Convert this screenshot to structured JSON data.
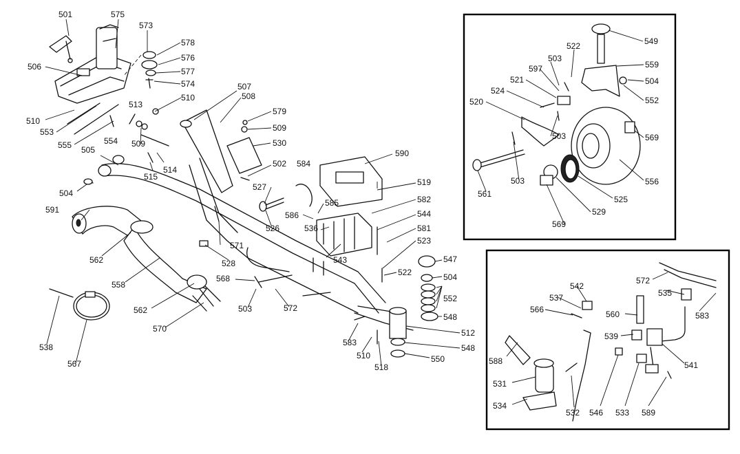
{
  "colors": {
    "line": "#111111",
    "background": "#ffffff",
    "frame": "#000000"
  },
  "labels": [
    {
      "id": "501",
      "text": "501"
    },
    {
      "id": "575",
      "text": "575"
    },
    {
      "id": "573",
      "text": "573"
    },
    {
      "id": "578",
      "text": "578"
    },
    {
      "id": "506",
      "text": "506"
    },
    {
      "id": "576",
      "text": "576"
    },
    {
      "id": "577",
      "text": "577"
    },
    {
      "id": "574",
      "text": "574"
    },
    {
      "id": "507",
      "text": "507"
    },
    {
      "id": "510a",
      "text": "510"
    },
    {
      "id": "508",
      "text": "508"
    },
    {
      "id": "513",
      "text": "513"
    },
    {
      "id": "510b",
      "text": "510"
    },
    {
      "id": "553",
      "text": "553"
    },
    {
      "id": "579",
      "text": "579"
    },
    {
      "id": "509a",
      "text": "509"
    },
    {
      "id": "555",
      "text": "555"
    },
    {
      "id": "554",
      "text": "554"
    },
    {
      "id": "509b",
      "text": "509"
    },
    {
      "id": "530",
      "text": "530"
    },
    {
      "id": "505",
      "text": "505"
    },
    {
      "id": "514",
      "text": "514"
    },
    {
      "id": "502",
      "text": "502"
    },
    {
      "id": "515",
      "text": "515"
    },
    {
      "id": "590",
      "text": "590"
    },
    {
      "id": "584",
      "text": "584"
    },
    {
      "id": "504a",
      "text": "504"
    },
    {
      "id": "527",
      "text": "527"
    },
    {
      "id": "519",
      "text": "519"
    },
    {
      "id": "585",
      "text": "585"
    },
    {
      "id": "591",
      "text": "591"
    },
    {
      "id": "586",
      "text": "586"
    },
    {
      "id": "582",
      "text": "582"
    },
    {
      "id": "526",
      "text": "526"
    },
    {
      "id": "536",
      "text": "536"
    },
    {
      "id": "544",
      "text": "544"
    },
    {
      "id": "571",
      "text": "571"
    },
    {
      "id": "581",
      "text": "581"
    },
    {
      "id": "562a",
      "text": "562"
    },
    {
      "id": "528",
      "text": "528"
    },
    {
      "id": "523",
      "text": "523"
    },
    {
      "id": "543",
      "text": "543"
    },
    {
      "id": "547",
      "text": "547"
    },
    {
      "id": "558",
      "text": "558"
    },
    {
      "id": "522a",
      "text": "522"
    },
    {
      "id": "504b",
      "text": "504"
    },
    {
      "id": "568",
      "text": "568"
    },
    {
      "id": "552a",
      "text": "552"
    },
    {
      "id": "562b",
      "text": "562"
    },
    {
      "id": "503a",
      "text": "503"
    },
    {
      "id": "572a",
      "text": "572"
    },
    {
      "id": "548a",
      "text": "548"
    },
    {
      "id": "570",
      "text": "570"
    },
    {
      "id": "512",
      "text": "512"
    },
    {
      "id": "538",
      "text": "538"
    },
    {
      "id": "583a",
      "text": "583"
    },
    {
      "id": "548b",
      "text": "548"
    },
    {
      "id": "510c",
      "text": "510"
    },
    {
      "id": "567",
      "text": "567"
    },
    {
      "id": "550",
      "text": "550"
    },
    {
      "id": "518",
      "text": "518"
    },
    {
      "id": "549",
      "text": "549"
    },
    {
      "id": "522b",
      "text": "522"
    },
    {
      "id": "503b",
      "text": "503"
    },
    {
      "id": "559",
      "text": "559"
    },
    {
      "id": "597",
      "text": "597"
    },
    {
      "id": "521",
      "text": "521"
    },
    {
      "id": "504c",
      "text": "504"
    },
    {
      "id": "524",
      "text": "524"
    },
    {
      "id": "552b",
      "text": "552"
    },
    {
      "id": "520",
      "text": "520"
    },
    {
      "id": "503c",
      "text": "503"
    },
    {
      "id": "569a",
      "text": "569"
    },
    {
      "id": "556",
      "text": "556"
    },
    {
      "id": "503d",
      "text": "503"
    },
    {
      "id": "561",
      "text": "561"
    },
    {
      "id": "525",
      "text": "525"
    },
    {
      "id": "529",
      "text": "529"
    },
    {
      "id": "569b",
      "text": "569"
    },
    {
      "id": "572b",
      "text": "572"
    },
    {
      "id": "535",
      "text": "535"
    },
    {
      "id": "542",
      "text": "542"
    },
    {
      "id": "537",
      "text": "537"
    },
    {
      "id": "566",
      "text": "566"
    },
    {
      "id": "560",
      "text": "560"
    },
    {
      "id": "583b",
      "text": "583"
    },
    {
      "id": "539",
      "text": "539"
    },
    {
      "id": "588",
      "text": "588"
    },
    {
      "id": "541",
      "text": "541"
    },
    {
      "id": "531",
      "text": "531"
    },
    {
      "id": "534",
      "text": "534"
    },
    {
      "id": "532",
      "text": "532"
    },
    {
      "id": "546",
      "text": "546"
    },
    {
      "id": "533",
      "text": "533"
    },
    {
      "id": "589",
      "text": "589"
    }
  ]
}
